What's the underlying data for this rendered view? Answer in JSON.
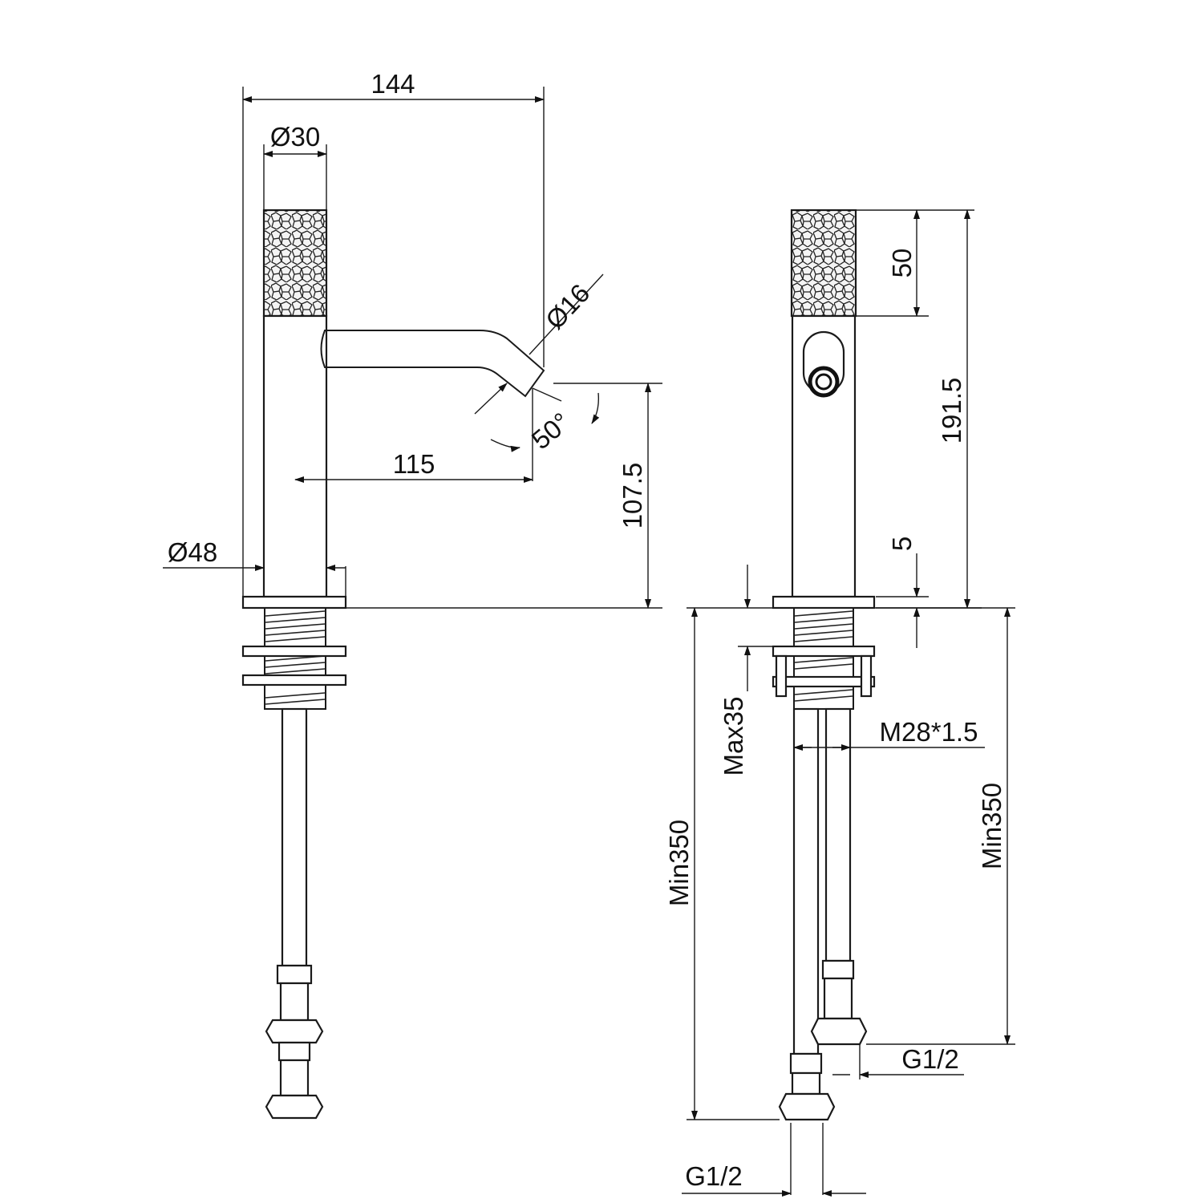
{
  "dimensions": {
    "total_width": "144",
    "handle_diameter": "Ø30",
    "spout_diameter": "Ø16",
    "spout_angle": "50°",
    "spout_reach": "115",
    "spout_height": "107.5",
    "base_diameter": "Ø48",
    "handle_height": "50",
    "total_height": "191.5",
    "base_thickness": "5",
    "max_deck_thickness": "Max35",
    "thread_size": "M28*1.5",
    "hose_length_left": "Min350",
    "hose_length_right": "Min350",
    "connection_left": "G1/2",
    "connection_right": "G1/2"
  }
}
